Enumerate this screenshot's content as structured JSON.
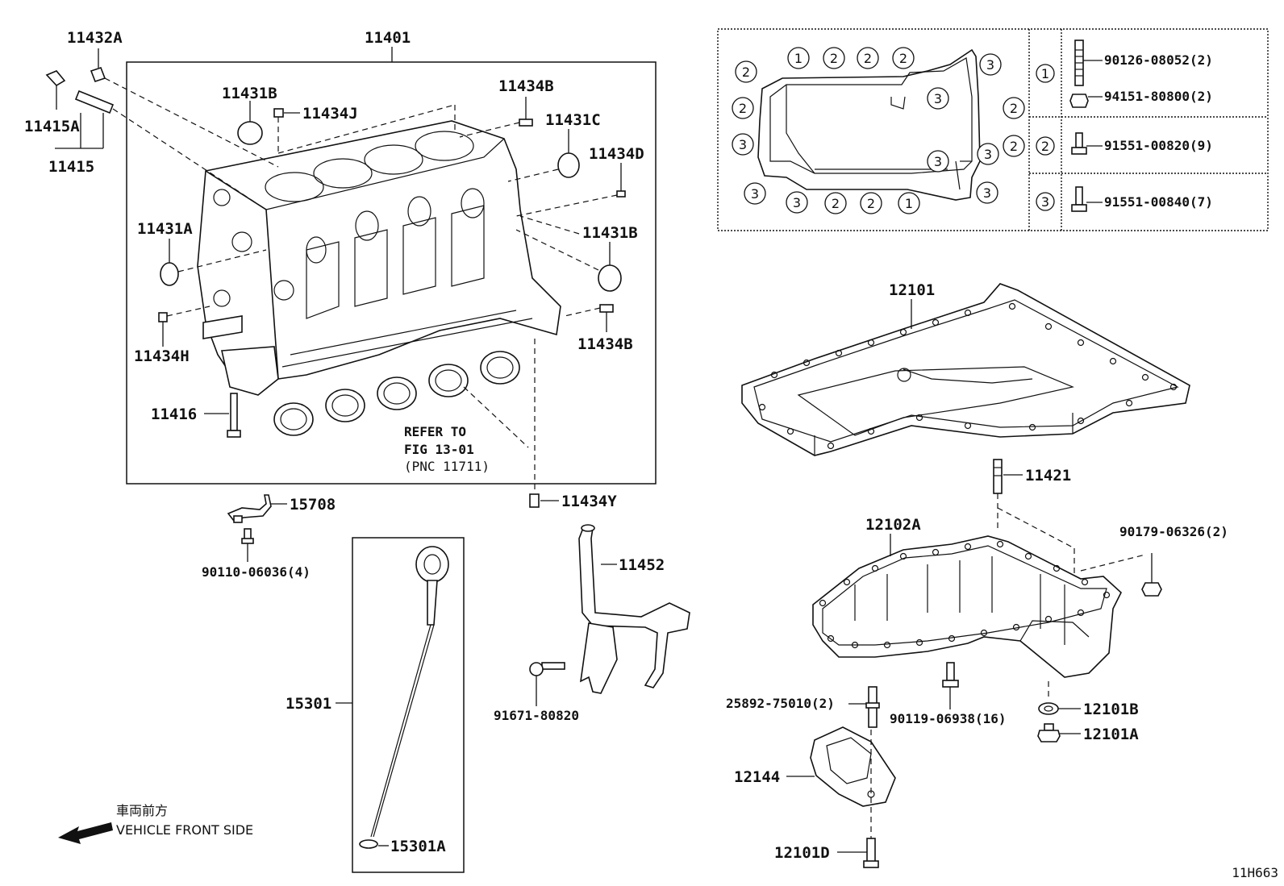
{
  "diagram_code": "11H663",
  "front_direction": {
    "label_jp": "車両前方",
    "label_en": "VEHICLE FRONT SIDE"
  },
  "parts": {
    "p11401": "11401",
    "p11432A": "11432A",
    "p11415A": "11415A",
    "p11415": "11415",
    "p11431B_top": "11431B",
    "p11434J": "11434J",
    "p11434B_top": "11434B",
    "p11431C": "11431C",
    "p11434D": "11434D",
    "p11431A": "11431A",
    "p11431B_right": "11431B",
    "p11434H": "11434H",
    "p11434B_right": "11434B",
    "p11416": "11416",
    "p15708": "15708",
    "p90110": "90110-06036(4)",
    "p11434Y": "11434Y",
    "p15301": "15301",
    "p15301A": "15301A",
    "p11452": "11452",
    "p91671": "91671-80820",
    "p12101": "12101",
    "p11421": "11421",
    "p12102A": "12102A",
    "p90179": "90179-06326(2)",
    "p25892": "25892-75010(2)",
    "p90119": "90119-06938(16)",
    "p12101B": "12101B",
    "p12101A": "12101A",
    "p12144": "12144",
    "p12101D": "12101D"
  },
  "refer_note": {
    "line1": "REFER TO",
    "line2": "FIG 13-01",
    "line3": "(PNC 11711)"
  },
  "bolt_legend": {
    "rows": [
      {
        "key": "1",
        "parts": [
          "90126-08052(2)",
          "94151-80800(2)"
        ]
      },
      {
        "key": "2",
        "parts": [
          "91551-00820(9)"
        ]
      },
      {
        "key": "3",
        "parts": [
          "91551-00840(7)"
        ]
      }
    ]
  },
  "pan_bolt_map": {
    "markers": [
      "2",
      "1",
      "2",
      "2",
      "2",
      "3",
      "2",
      "3",
      "3",
      "2",
      "3",
      "2",
      "3",
      "3",
      "3",
      "3",
      "2",
      "2",
      "1",
      "3"
    ]
  }
}
